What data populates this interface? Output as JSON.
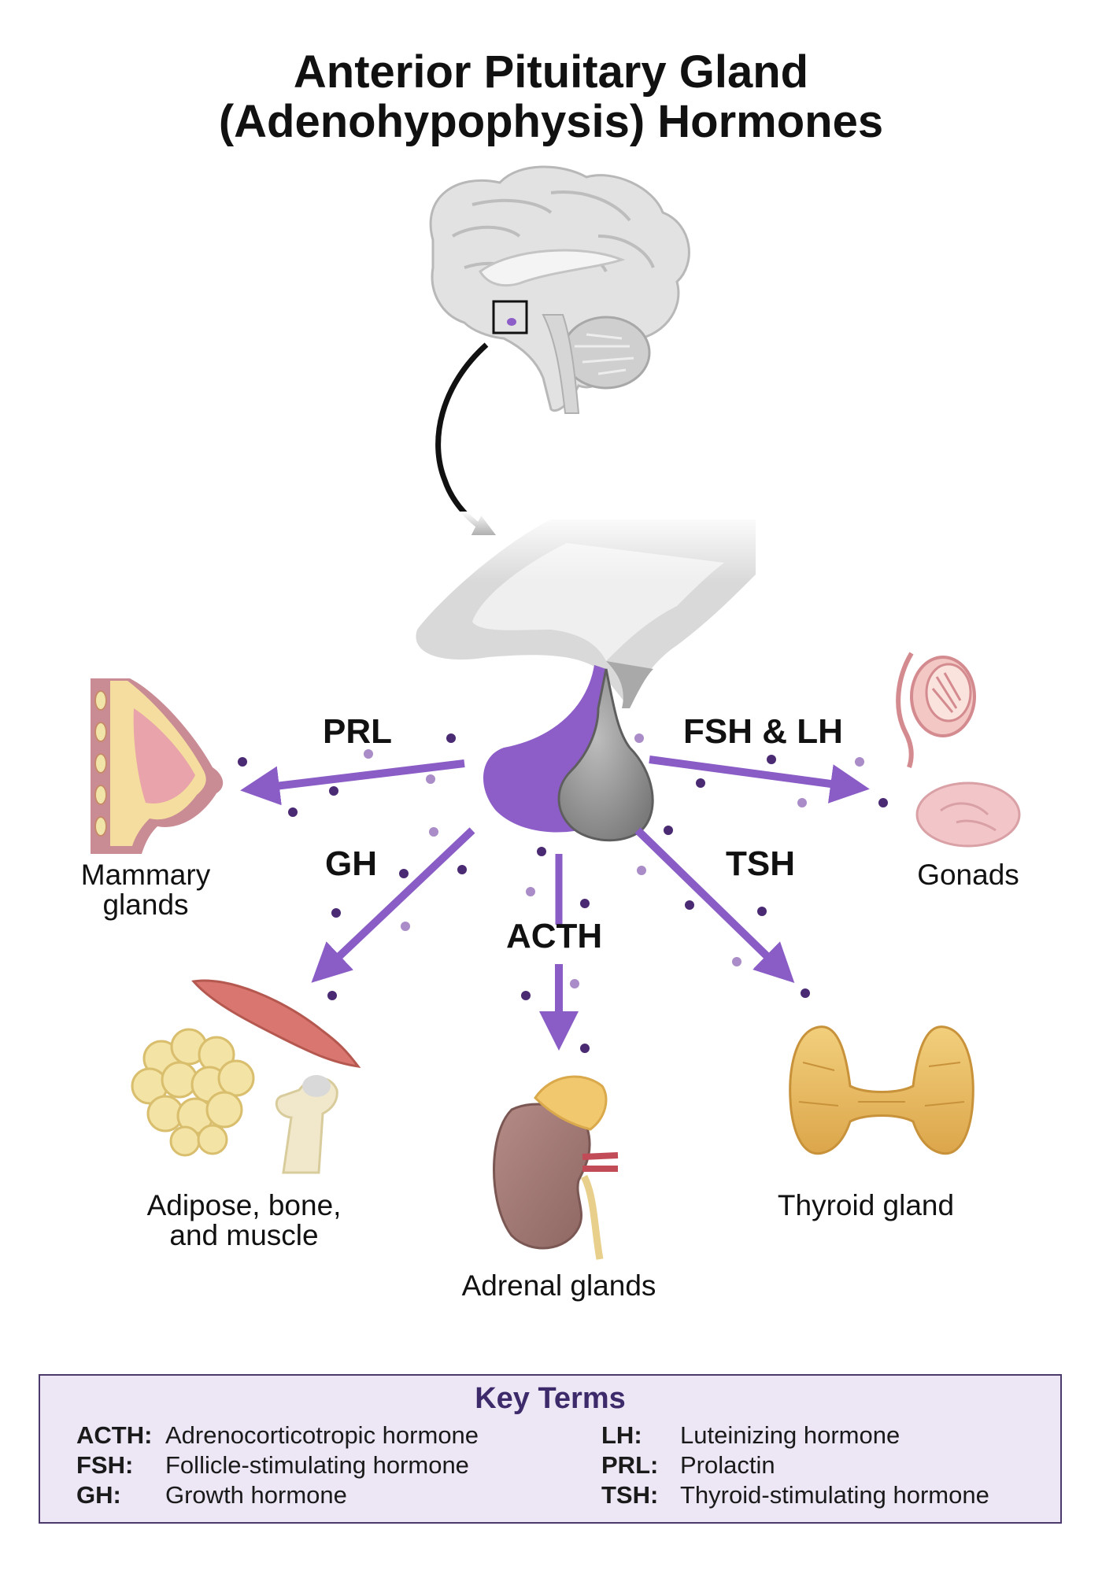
{
  "title": {
    "line1": "Anterior Pituitary Gland",
    "line2": "(Adenohypophysis) Hormones"
  },
  "hormones": {
    "prl": "PRL",
    "fsh_lh": "FSH & LH",
    "gh": "GH",
    "acth": "ACTH",
    "tsh": "TSH"
  },
  "targets": {
    "mammary": [
      "Mammary",
      "glands"
    ],
    "gonads": "Gonads",
    "adipose": [
      "Adipose, bone,",
      "and muscle"
    ],
    "adrenal": "Adrenal glands",
    "thyroid": "Thyroid gland"
  },
  "key_terms": {
    "title": "Key Terms",
    "left": [
      {
        "abbr": "ACTH:",
        "term": "Adrenocorticotropic hormone"
      },
      {
        "abbr": "FSH:",
        "term": "Follicle-stimulating hormone"
      },
      {
        "abbr": "GH:",
        "term": "Growth hormone"
      }
    ],
    "right": [
      {
        "abbr": "LH:",
        "term": "Luteinizing hormone"
      },
      {
        "abbr": "PRL:",
        "term": "Prolactin"
      },
      {
        "abbr": "TSH:",
        "term": "Thyroid-stimulating hormone"
      }
    ]
  },
  "colors": {
    "arrow_purple": "#8a5cc6",
    "gland_purple": "#8e5ec8",
    "particle_dark": "#4a2a73",
    "particle_light": "#a98cc8",
    "key_bg": "#ece6f5"
  }
}
